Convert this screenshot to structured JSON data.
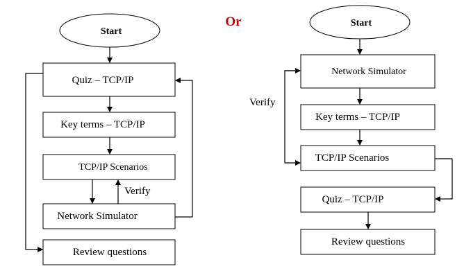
{
  "separator": {
    "label": "Or",
    "color": "#c00000"
  },
  "left_flow": {
    "start": "Start",
    "steps": [
      "Quiz – TCP/IP",
      "Key terms – TCP/IP",
      "TCP/IP Scenarios",
      "Network Simulator",
      "Review questions"
    ],
    "loop_label": "Verify"
  },
  "right_flow": {
    "start": "Start",
    "steps": [
      "Network Simulator",
      "Key terms – TCP/IP",
      "TCP/IP Scenarios",
      "Quiz – TCP/IP",
      "Review questions"
    ],
    "loop_label": "Verify"
  }
}
